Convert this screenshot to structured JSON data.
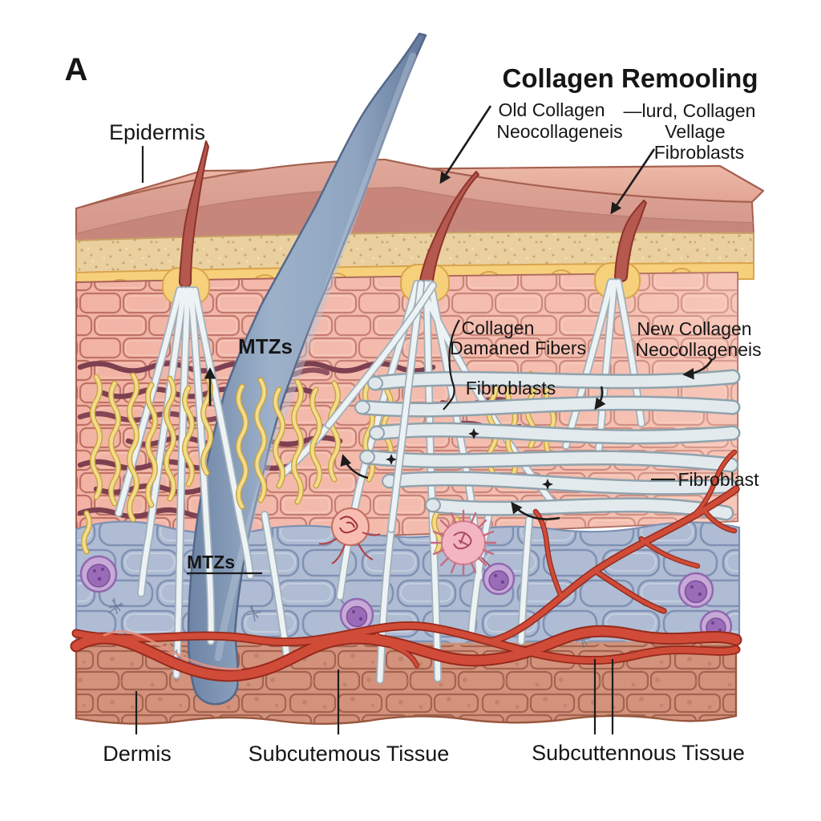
{
  "panel": {
    "letter": "A"
  },
  "title": "Collagen Remooling",
  "annotations": {
    "epidermis": "Epidermis",
    "old_collagen": [
      "Old Collagen",
      "Neocollageneis"
    ],
    "hurd_collagen": [
      "—lurd, Collagen",
      "Vellage",
      "Fibroblasts"
    ],
    "mtz_upper": "MTZs",
    "damaged_collagen": [
      "Collagen",
      "Damaned Fibers"
    ],
    "fibroblasts_mid": "Fibroblasts",
    "new_collagen": [
      "New Collagen",
      "Neocollageneis"
    ],
    "fibroblast_right": "Fibroblast",
    "mtz_lower": "MTZs",
    "dermis": "Dermis",
    "subcutaneous_middle": "Subcutemous Tissue",
    "subcutaneous_right": "Subcuttennous Tissue"
  },
  "colors": {
    "background": "#ffffff",
    "epidermis_top_face": "#e9af9d",
    "epidermis_front_light": "#dca295",
    "epidermis_front_dark": "#c6857b",
    "basement_membrane_speckled": "#ebd09f",
    "basement_membrane_rim": "#f7d07c",
    "dermis_brick": "#f2b3a4",
    "dermis_brick_line": "#b56459",
    "lower_dermis_cells": "#afbcd3",
    "lower_dermis_cell_line": "#7b8db0",
    "subcutaneous_brick": "#d2927c",
    "subcutaneous_brick_line": "#9c5a46",
    "hair_shaft_blue": "#8fa5c0",
    "hair_red": "#b5584e",
    "collagen_fiber_white": "#edf2f4",
    "elastin_fiber_yellow": "#f2dc8c",
    "old_fiber_maroon": "#7d4050",
    "vessel_red": "#d04c38",
    "cell_purple": "#9a6cb8",
    "cell_pink": "#f7bdb3",
    "label_text": "#161616"
  }
}
